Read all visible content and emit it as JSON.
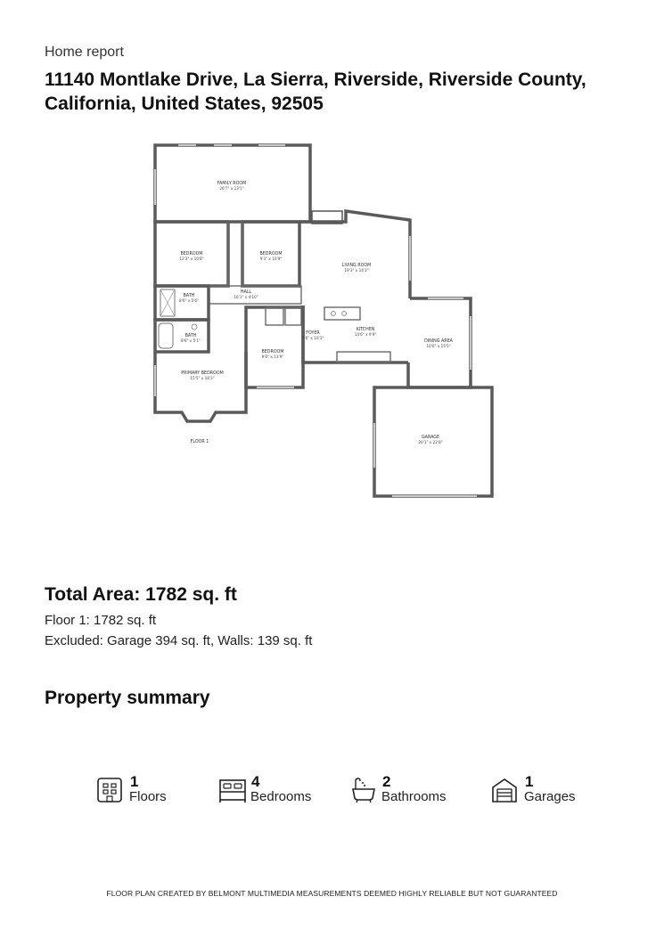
{
  "report_label": "Home report",
  "address": "11140 Montlake Drive, La Sierra, Riverside, Riverside County, California, United States, 92505",
  "floorplan": {
    "rooms": [
      {
        "name": "FAMILY ROOM",
        "dims": "26'7\" x 13'1\""
      },
      {
        "name": "BEDROOM",
        "dims": "12'2\" x 10'8\""
      },
      {
        "name": "BEDROOM",
        "dims": "9'3\" x 10'9\""
      },
      {
        "name": "LIVING ROOM",
        "dims": "19'3\" x 14'3\""
      },
      {
        "name": "BATH",
        "dims": "8'6\" x 5'6\""
      },
      {
        "name": "HALL",
        "dims": "16'1\" x 4'10\""
      },
      {
        "name": "BATH",
        "dims": "8'6\" x 5'1\""
      },
      {
        "name": "FOYER",
        "dims": "5'6\" x 10'1\""
      },
      {
        "name": "KITCHEN",
        "dims": "14'6\" x 9'9\""
      },
      {
        "name": "DINING AREA",
        "dims": "10'6\" x 15'5\""
      },
      {
        "name": "BEDROOM",
        "dims": "9'6\" x 13'9\""
      },
      {
        "name": "PRIMARY BEDROOM",
        "dims": "15'5\" x 18'3\""
      },
      {
        "name": "GARAGE",
        "dims": "20'1\" x 22'8\""
      }
    ],
    "floor_label": "FLOOR 1"
  },
  "total_area": "Total Area: 1782 sq. ft",
  "floor_area": "Floor 1: 1782 sq. ft",
  "excluded": "Excluded: Garage 394 sq. ft, Walls: 139 sq. ft",
  "summary_title": "Property summary",
  "stats": [
    {
      "icon": "floors-icon",
      "value": "1",
      "label": "Floors"
    },
    {
      "icon": "bed-icon",
      "value": "4",
      "label": "Bedrooms"
    },
    {
      "icon": "bathtub-icon",
      "value": "2",
      "label": "Bathrooms"
    },
    {
      "icon": "garage-icon",
      "value": "1",
      "label": "Garages"
    }
  ],
  "footer": "FLOOR PLAN CREATED BY BELMONT MULTIMEDIA  MEASUREMENTS DEEMED HIGHLY RELIABLE BUT NOT GUARANTEED"
}
